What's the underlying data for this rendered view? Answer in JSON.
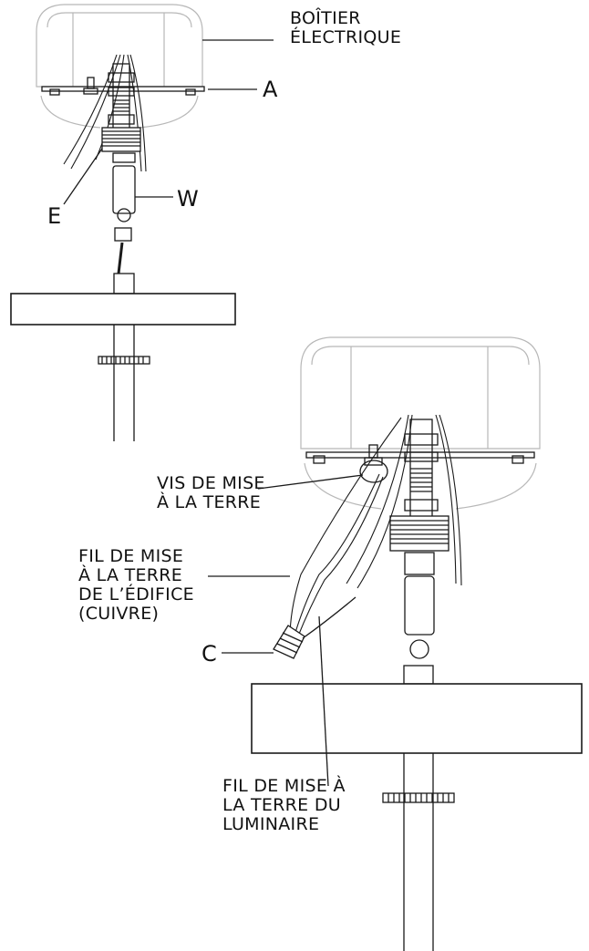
{
  "labels": {
    "junction_box": [
      "BOÎTIER",
      "ÉLECTRIQUE"
    ],
    "a": "A",
    "e": "E",
    "w": "W",
    "ground_screw": [
      "VIS DE MISE",
      "À LA TERRE"
    ],
    "building_ground": [
      "FIL DE MISE",
      "À LA TERRE",
      "DE L’ÉDIFICE",
      "(CUIVRE)"
    ],
    "c": "C",
    "fixture_ground": [
      "FIL DE MISE À",
      "LA TERRE DU",
      "LUMINAIRE"
    ]
  },
  "colors": {
    "line": "#1a1a1a",
    "box_outline": "#b8b8b8",
    "background": "#ffffff"
  }
}
